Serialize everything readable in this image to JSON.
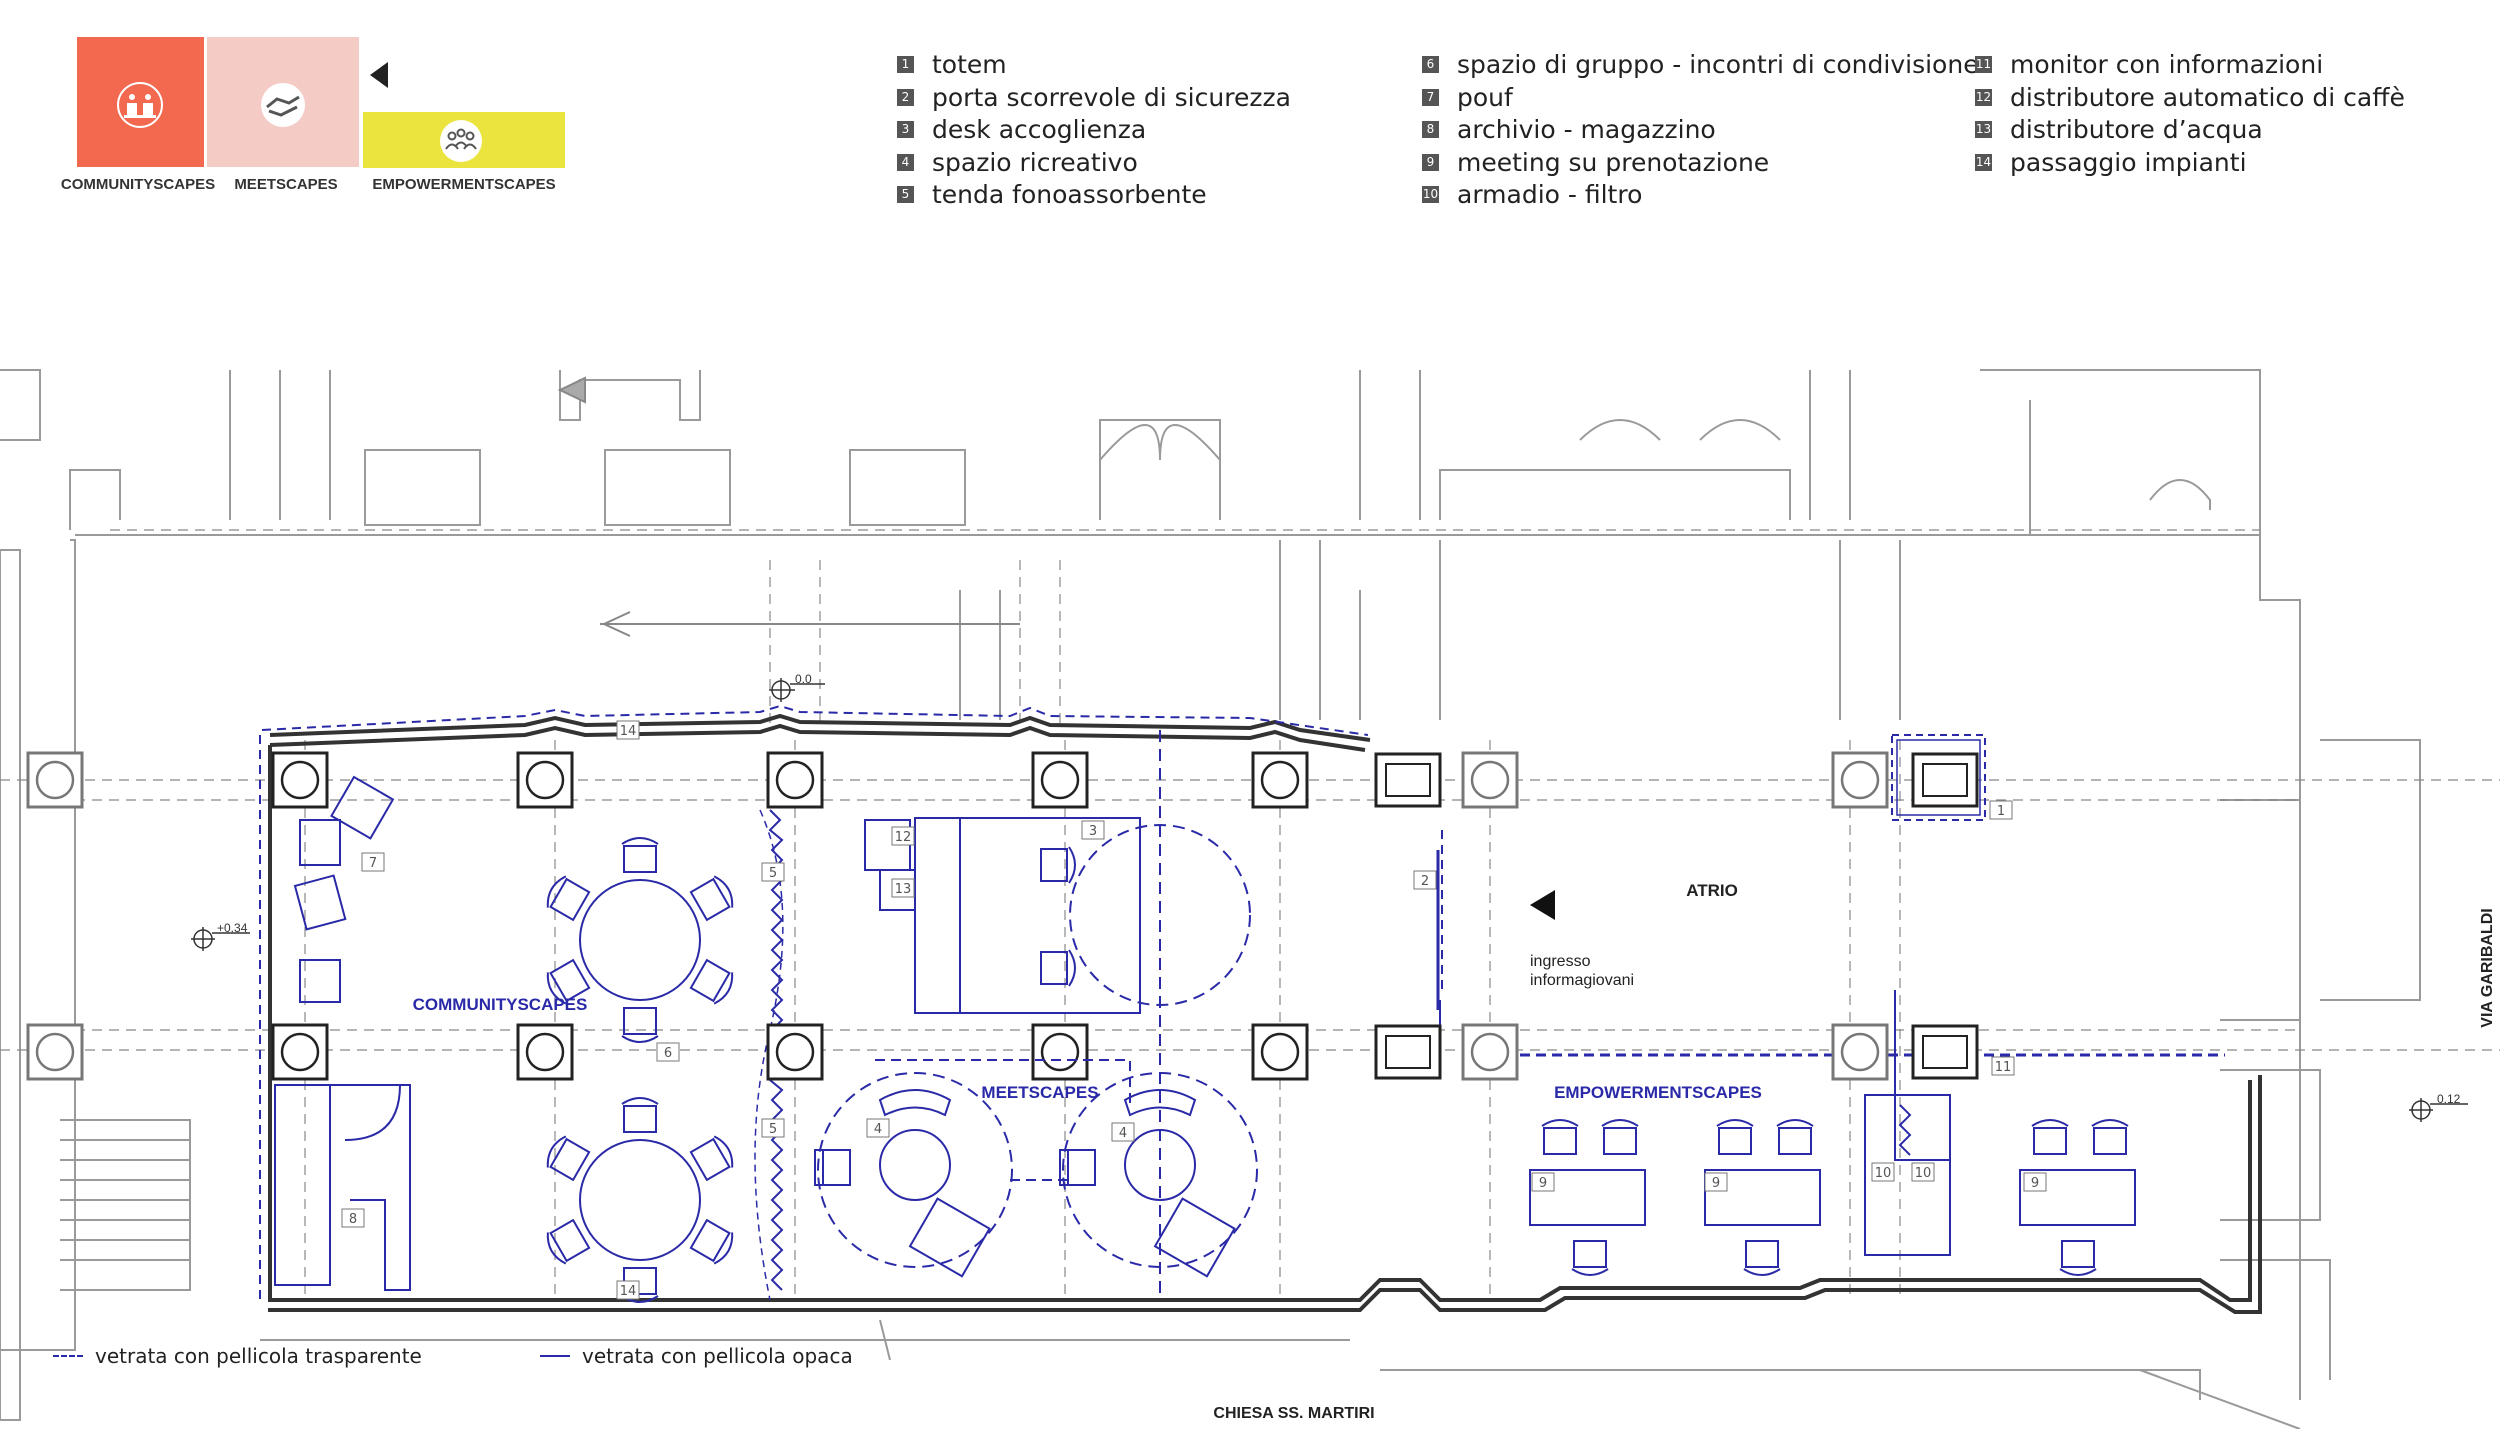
{
  "categories": [
    {
      "key": "community",
      "label": "COMMUNITYSCAPES",
      "color": "#f26950",
      "icon": "people-desk-icon"
    },
    {
      "key": "meet",
      "label": "MEETSCAPES",
      "color": "#f5cbc6",
      "icon": "handshake-icon"
    },
    {
      "key": "empower",
      "label": "EMPOWERMENTSCAPES",
      "color": "#ebe43f",
      "icon": "group-icon"
    }
  ],
  "legend": [
    {
      "n": "1",
      "text": "totem"
    },
    {
      "n": "2",
      "text": "porta scorrevole di sicurezza"
    },
    {
      "n": "3",
      "text": "desk accoglienza"
    },
    {
      "n": "4",
      "text": "spazio ricreativo"
    },
    {
      "n": "5",
      "text": "tenda fonoassorbente"
    },
    {
      "n": "6",
      "text": "spazio di gruppo - incontri di condivisione"
    },
    {
      "n": "7",
      "text": "pouf"
    },
    {
      "n": "8",
      "text": "archivio - magazzino"
    },
    {
      "n": "9",
      "text": "meeting su prenotazione"
    },
    {
      "n": "10",
      "text": "armadio - filtro"
    },
    {
      "n": "11",
      "text": "monitor con informazioni"
    },
    {
      "n": "12",
      "text": "distributore automatico di caffè"
    },
    {
      "n": "13",
      "text": "distributore d’acqua"
    },
    {
      "n": "14",
      "text": "passaggio impianti"
    }
  ],
  "plan": {
    "zones": {
      "community": "COMMUNITYSCAPES",
      "meet": "MEETSCAPES",
      "empower": "EMPOWERMENTSCAPES",
      "atrio": "ATRIO"
    },
    "entrance_line1": "ingresso",
    "entrance_line2": "informagiovani",
    "street": "VIA GARIBALDI",
    "church": "CHIESA SS. MARTIRI",
    "levels": [
      "0.0",
      "+0.34",
      "0.12"
    ],
    "tags": [
      "1",
      "2",
      "3",
      "4",
      "4",
      "5",
      "5",
      "6",
      "7",
      "8",
      "9",
      "9",
      "9",
      "10",
      "10",
      "11",
      "12",
      "13",
      "14",
      "14"
    ]
  },
  "glazing": {
    "transparent": "vetrata con pellicola trasparente",
    "opaque": "vetrata con pellicola opaca"
  },
  "colors": {
    "plan_blue": "#2a2aa8",
    "wall": "#333333",
    "thin": "#9a9a9a"
  }
}
